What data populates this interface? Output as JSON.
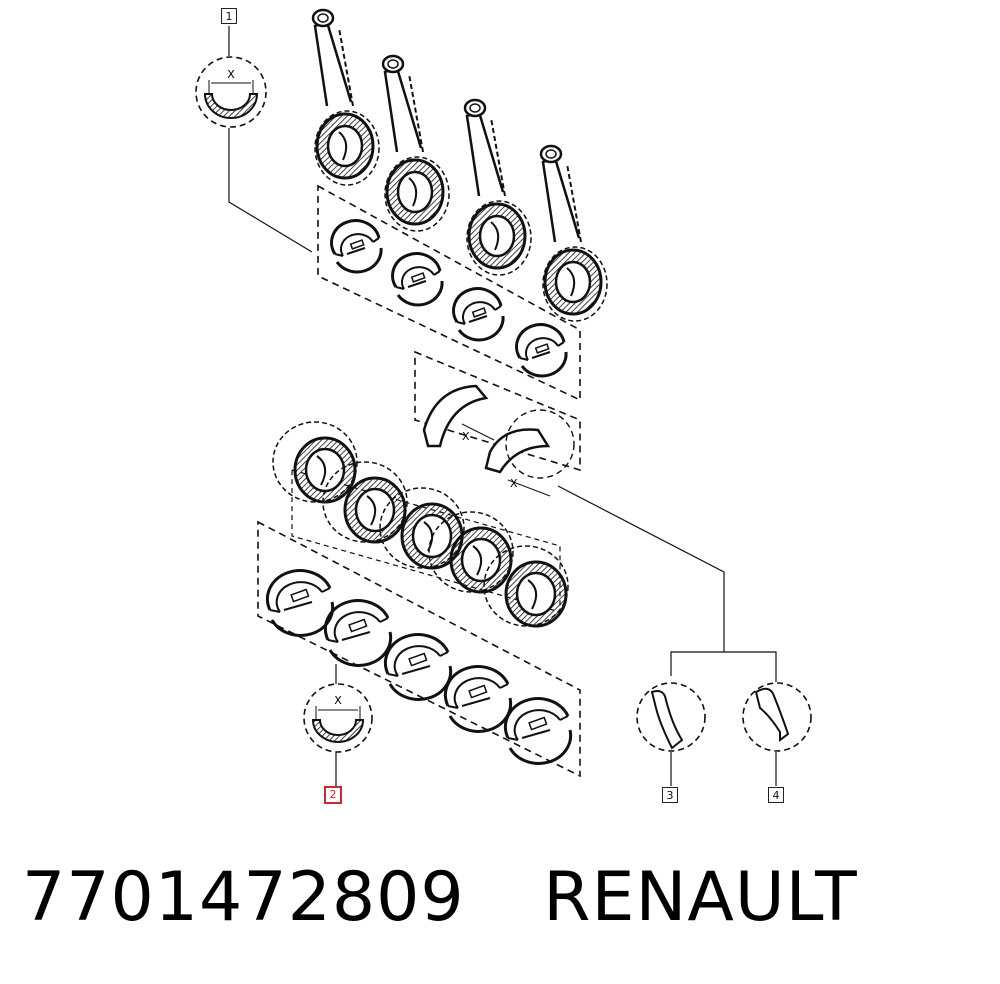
{
  "callouts": {
    "c1": "1",
    "c2": "2",
    "c3": "3",
    "c4": "4"
  },
  "dimension_label": "X",
  "caption": {
    "part_number": "7701472809",
    "brand": "RENAULT"
  },
  "colors": {
    "line": "#111111",
    "highlight": "#d3282f"
  },
  "selected_callout": "2"
}
